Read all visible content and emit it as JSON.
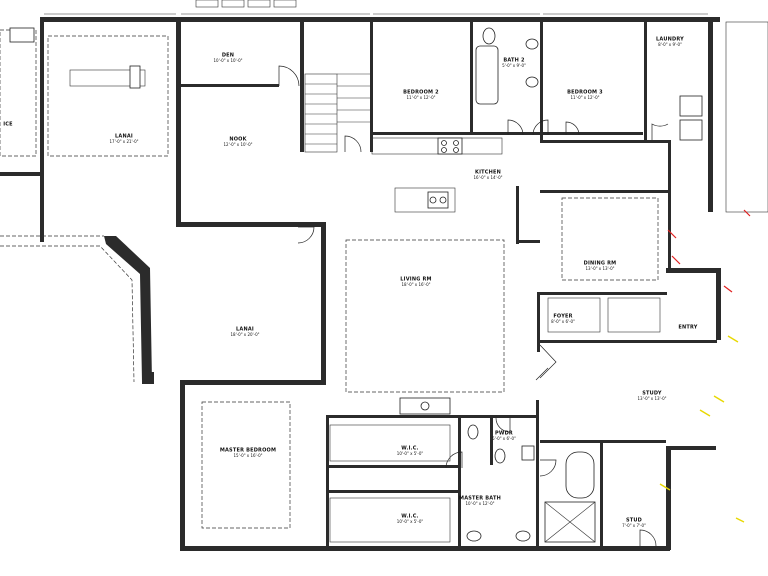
{
  "rooms": [
    {
      "id": "lanai_upper",
      "label": "LANAI",
      "dim": "17'-0\" x 21'-0\""
    },
    {
      "id": "den",
      "label": "DEN",
      "dim": "10'-0\" x 10'-0\""
    },
    {
      "id": "nook",
      "label": "NOOK",
      "dim": "12'-0\" x 10'-0\""
    },
    {
      "id": "bedroom2",
      "label": "BEDROOM 2",
      "dim": "11'-0\" x 12'-0\""
    },
    {
      "id": "bath2",
      "label": "BATH 2",
      "dim": "5'-0\" x 9'-0\""
    },
    {
      "id": "bedroom3",
      "label": "BEDROOM 3",
      "dim": "11'-0\" x 12'-0\""
    },
    {
      "id": "laundry",
      "label": "LAUNDRY",
      "dim": "8'-0\" x 9'-0\""
    },
    {
      "id": "kitchen",
      "label": "KITCHEN",
      "dim": "16'-0\" x 14'-0\""
    },
    {
      "id": "dining",
      "label": "DINING RM",
      "dim": "13'-0\" x 13'-0\""
    },
    {
      "id": "living",
      "label": "LIVING RM",
      "dim": "18'-0\" x 16'-0\""
    },
    {
      "id": "lanai_lower",
      "label": "LANAI",
      "dim": "18'-0\" x 20'-0\""
    },
    {
      "id": "foyer",
      "label": "FOYER",
      "dim": "8'-0\" x 6'-0\""
    },
    {
      "id": "entry",
      "label": "ENTRY",
      "dim": ""
    },
    {
      "id": "study",
      "label": "STUDY",
      "dim": "13'-0\" x 13'-0\""
    },
    {
      "id": "master_bedroom",
      "label": "MASTER BEDROOM",
      "dim": "15'-0\" x 16'-0\""
    },
    {
      "id": "wic1",
      "label": "W.I.C.",
      "dim": "10'-0\" x 5'-0\""
    },
    {
      "id": "wic2",
      "label": "W.I.C.",
      "dim": "10'-0\" x 5'-0\""
    },
    {
      "id": "pwdr",
      "label": "PWDR",
      "dim": "5'-0\" x 6'-0\""
    },
    {
      "id": "master_bath",
      "label": "MASTER BATH",
      "dim": "10'-0\" x 12'-0\""
    },
    {
      "id": "stud",
      "label": "STUD",
      "dim": "7'-0\" x 7'-0\""
    },
    {
      "id": "ice",
      "label": "ICE",
      "dim": ""
    }
  ],
  "accents": {
    "walls": "#2b2b2b",
    "lines": "#333333",
    "red_marks": "#e02020",
    "yellow_marks": "#e8d800",
    "background": "#ffffff"
  }
}
